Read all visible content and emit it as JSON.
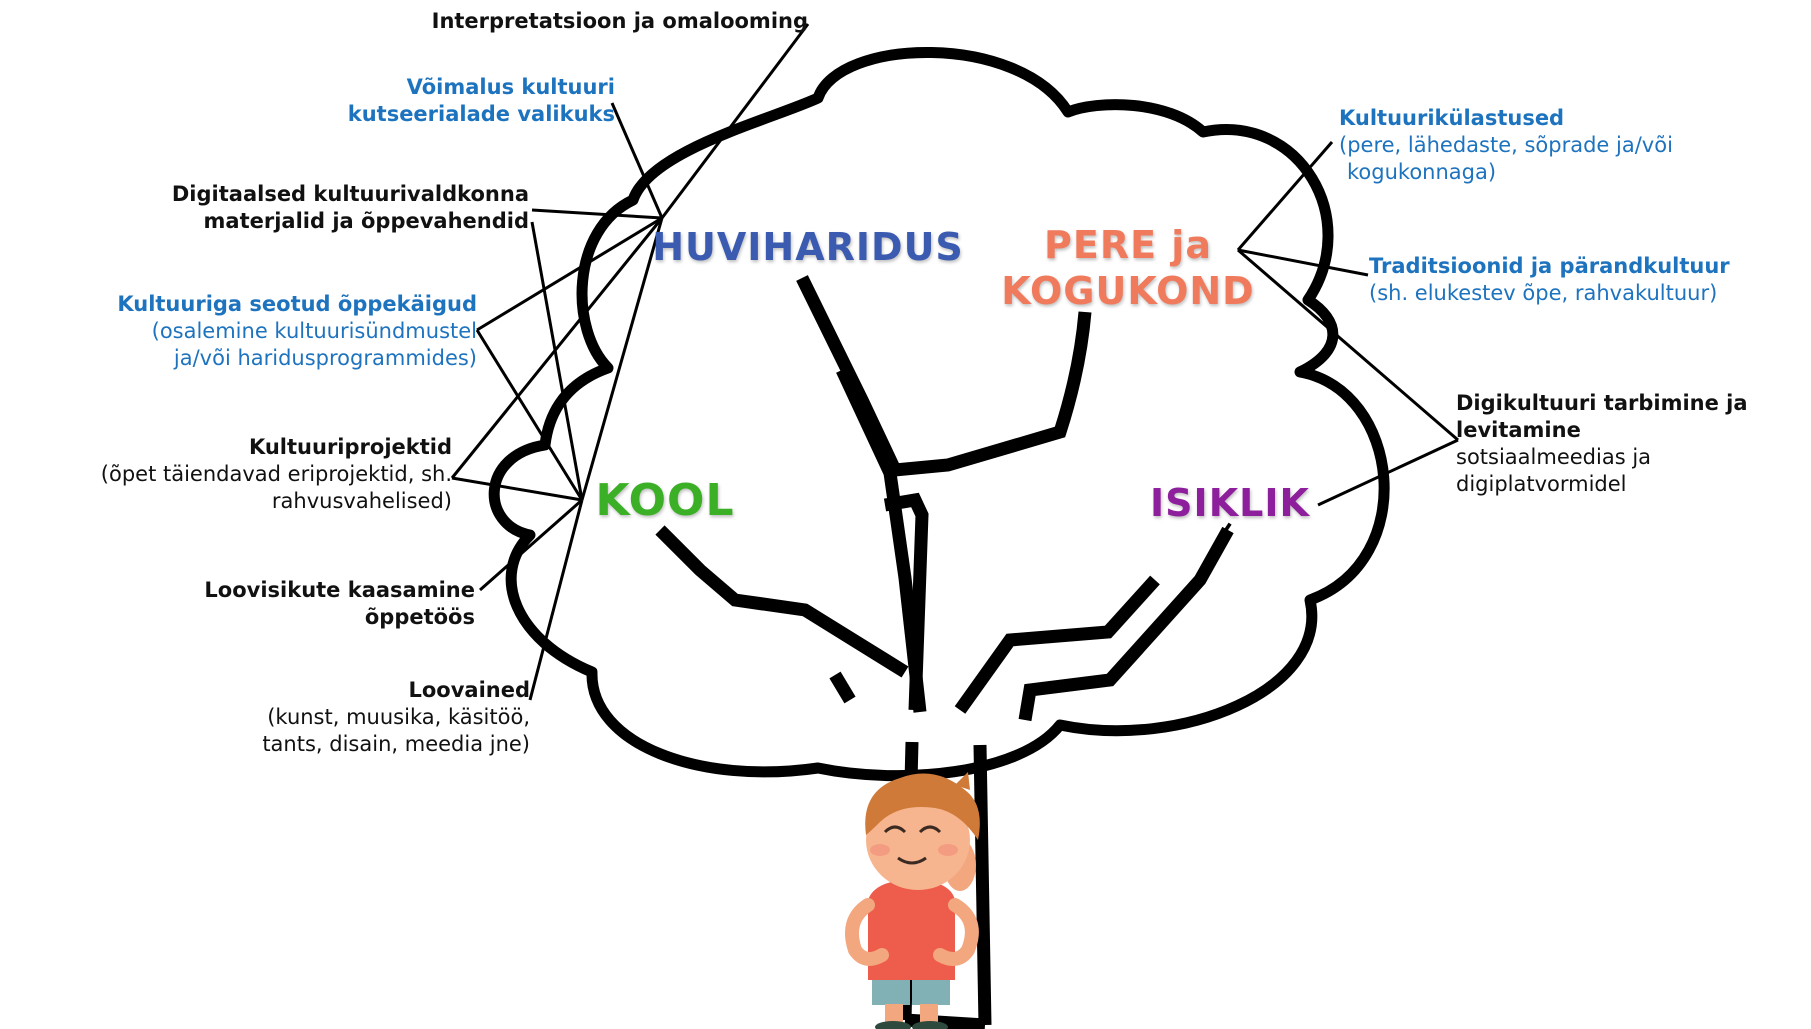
{
  "colors": {
    "outline": "#000000",
    "blue_text": "#1e73be",
    "huviharidus": "#3a5bb0",
    "pere": "#f07a5c",
    "kool": "#3bb026",
    "isiklik": "#8e1f9c"
  },
  "categories": {
    "huviharidus": "HUVIHARIDUS",
    "pere_line1": "PERE ja",
    "pere_line2": "KOGUKOND",
    "kool": "KOOL",
    "isiklik": "ISIKLIK"
  },
  "labels": {
    "interpretatsioon": "Interpretatsioon ja omalooming",
    "voimalus_1": "Võimalus kultuuri",
    "voimalus_2": "kutseerialade valikuks",
    "digitaalsed_1": "Digitaalsed kultuurivaldkonna",
    "digitaalsed_2": "materjalid ja õppevahendid",
    "oppekaigud_title": "Kultuuriga seotud õppekäigud",
    "oppekaigud_sub1": "(osalemine kultuurisündmustel",
    "oppekaigud_sub2": "ja/või haridusprogrammides)",
    "projektid_title": "Kultuuriprojektid",
    "projektid_sub1": "(õpet täiendavad eriprojektid, sh.",
    "projektid_sub2": "rahvusvahelised)",
    "loovisikute_1": "Loovisikute kaasamine",
    "loovisikute_2": "õppetöös",
    "loovained_title": "Loovained",
    "loovained_sub1": "(kunst, muusika, käsitöö,",
    "loovained_sub2": "tants, disain, meedia jne)",
    "kulastused_title": "Kultuurikülastused",
    "kulastused_sub1": "(pere, lähedaste, sõprade ja/või",
    "kulastused_sub2": "kogukonnaga)",
    "traditsioonid_title": "Traditsioonid ja pärandkultuur",
    "traditsioonid_sub": "(sh. elukestev õpe, rahvakultuur)",
    "digikultuur_1": "Digikultuuri tarbimine ja",
    "digikultuur_2": "levitamine",
    "digikultuur_sub1": "sotsiaalmeedias ja",
    "digikultuur_sub2": "digiplatvormidel"
  }
}
